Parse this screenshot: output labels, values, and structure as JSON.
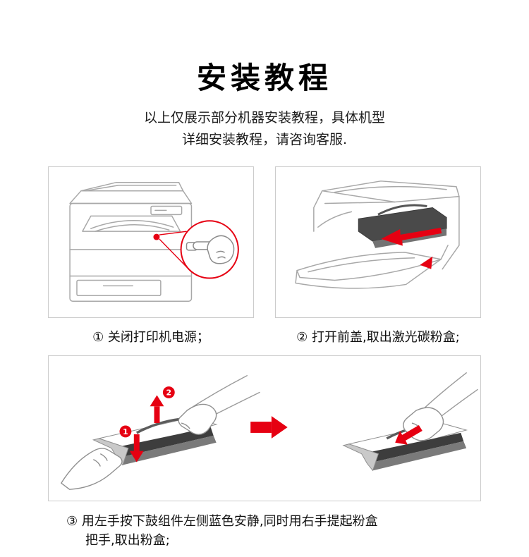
{
  "page": {
    "title": "安装教程",
    "subtitle": {
      "line1": "以上仅展示部分机器安装教程，具体机型",
      "line2": "详细安装教程，请咨询客服."
    },
    "steps": [
      {
        "caption": "① 关闭打印机电源；",
        "illustration": "printer-with-power-button-magnified"
      },
      {
        "caption": "② 打开前盖,取出激光碳粉盒;",
        "illustration": "printer-open-front-cover-remove-toner-cartridge"
      },
      {
        "caption_line1": "③ 用左手按下鼓组件左侧蓝色安静,同时用右手提起粉盒",
        "caption_line2": "把手,取出粉盒;",
        "illustration": "press-drum-unit-and-lift-toner-cartridge",
        "badges": {
          "press": "1",
          "lift": "2"
        }
      }
    ],
    "colors": {
      "accent_red": "#e60012",
      "line_art_gray": "#a8a8a8",
      "cartridge_dark": "#3d3d3d",
      "panel_border": "#cccccc",
      "text_black": "#111111"
    }
  }
}
